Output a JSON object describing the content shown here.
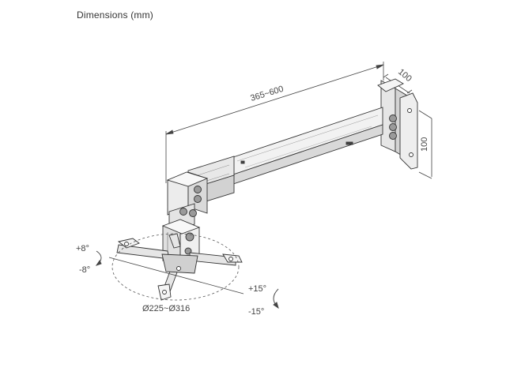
{
  "title": "Dimensions (mm)",
  "dimensions": {
    "arm_length": "365~600",
    "bracket_width": "100",
    "bracket_height": "100",
    "mount_diameter": "Ø225~Ø316"
  },
  "tilt": {
    "plus": "+8°",
    "minus": "-8°"
  },
  "swivel": {
    "plus": "+15°",
    "minus": "-15°"
  },
  "colors": {
    "line": "#333333",
    "metal": "#f2f2f2",
    "shade": "#d8d8d8",
    "dark": "#8a8a8a"
  }
}
